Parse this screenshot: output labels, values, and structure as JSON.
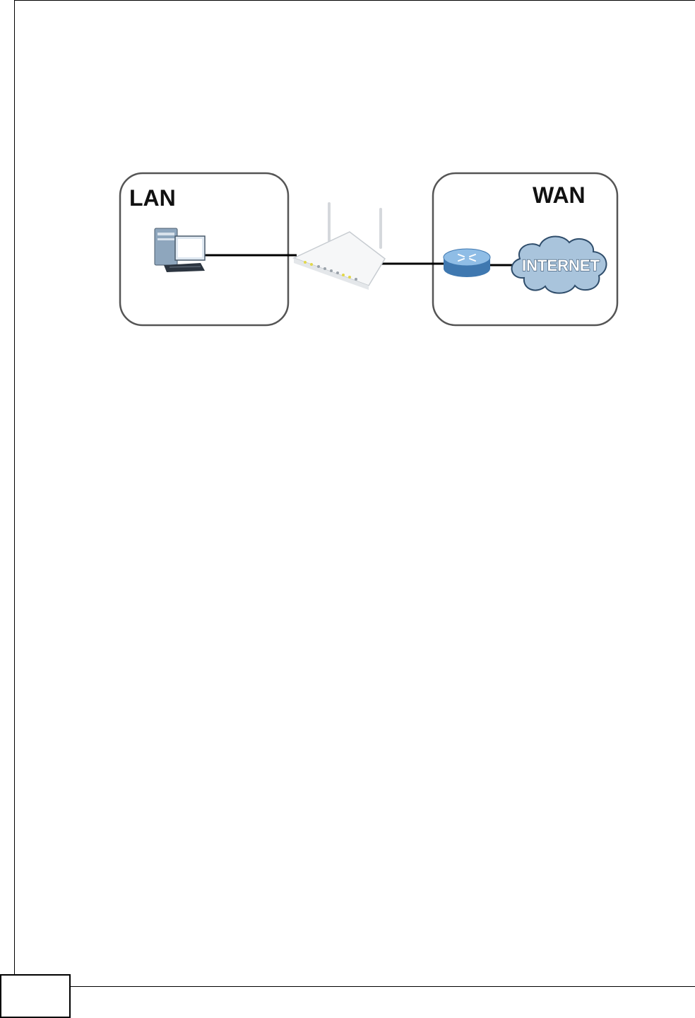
{
  "diagram": {
    "lan_label": "LAN",
    "wan_label": "WAN",
    "cloud_label": "INTERNET",
    "colors": {
      "zone_border": "#555555",
      "link": "#000000",
      "cloud_fill": "#a9c4dc",
      "router_fill": "#6fa6d6"
    },
    "icons": [
      "desktop-computer-icon",
      "wireless-router-icon",
      "isp-router-icon",
      "internet-cloud-icon"
    ]
  },
  "footer": {
    "page_number": ""
  }
}
